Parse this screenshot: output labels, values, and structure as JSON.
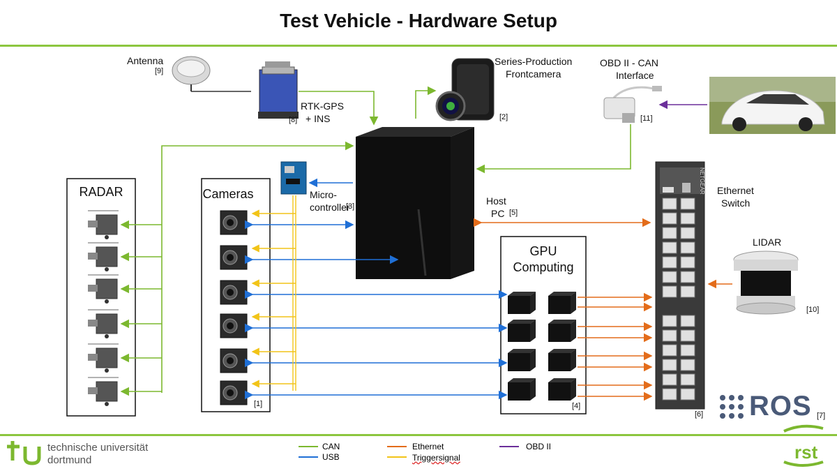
{
  "title": "Test Vehicle - Hardware Setup",
  "labels": {
    "antenna": "Antenna",
    "antenna_ref": "[9]",
    "rtk_line1": "RTK-GPS",
    "rtk_line2": "+ INS",
    "rtk_ref": "[8]",
    "frontcam_line1": "Series-Production",
    "frontcam_line2": "Frontcamera",
    "frontcam_ref": "[2]",
    "obd_line1": "OBD II - CAN",
    "obd_line2": "Interface",
    "obd_ref": "[11]",
    "micro_line1": "Micro-",
    "micro_line2": "controller",
    "micro_ref": "[3]",
    "host_line1": "Host",
    "host_line2": "PC",
    "host_ref": "[5]",
    "ethernet_line1": "Ethernet",
    "ethernet_line2": "Switch",
    "switch_ref": "[6]",
    "lidar": "LIDAR",
    "lidar_ref": "[10]",
    "radar": "RADAR",
    "cameras": "Cameras",
    "cameras_ref": "[1]",
    "gpu_line1": "GPU",
    "gpu_line2": "Computing",
    "gpu_ref": "[4]",
    "ros": "ROS",
    "ros_ref": "[7]",
    "switch_brand": "NETGEAR"
  },
  "legend": [
    {
      "label": "CAN",
      "color": "#7cb82f"
    },
    {
      "label": "USB",
      "color": "#1f6fd6"
    },
    {
      "label": "Ethernet",
      "color": "#e36c1a"
    },
    {
      "label": "Triggersignal",
      "color": "#f2c418"
    },
    {
      "label": "OBD II",
      "color": "#6b2f9a"
    }
  ],
  "footer": {
    "uni_line1": "technische universität",
    "uni_line2": "dortmund"
  },
  "colors": {
    "can": "#7cb82f",
    "usb": "#1f6fd6",
    "ethernet": "#e36c1a",
    "trigger": "#f2c418",
    "obd": "#6b2f9a",
    "accent": "#8cc63f"
  }
}
